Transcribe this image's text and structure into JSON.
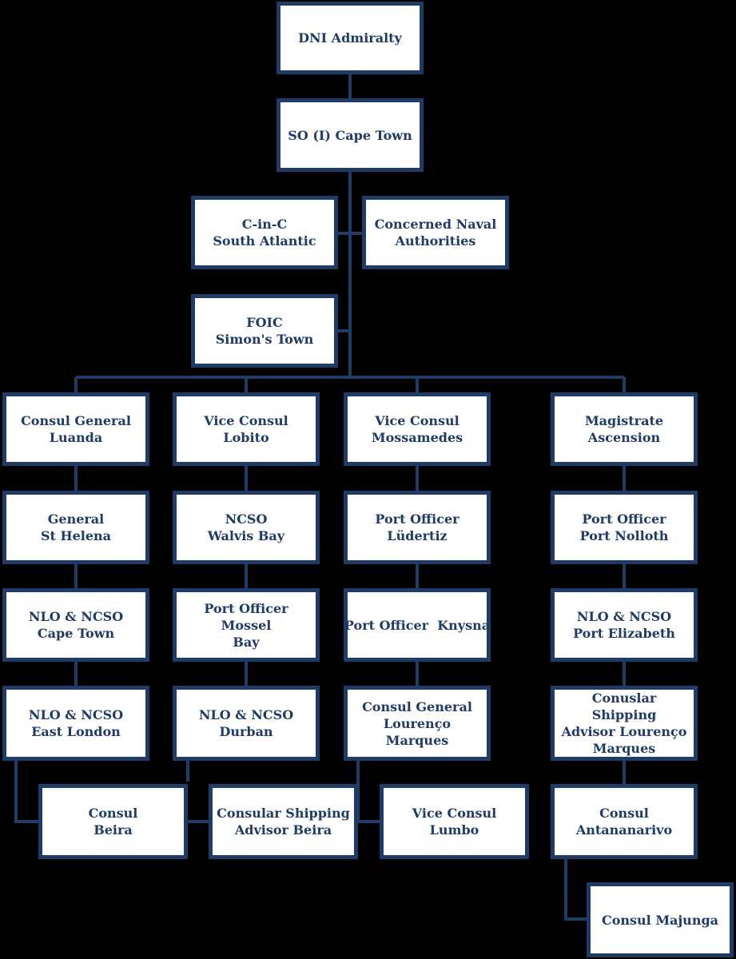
{
  "diagram": {
    "colors": {
      "background": "#000000",
      "box_fill": "#ffffff",
      "border": "#1f3b66",
      "text": "#1f3b66",
      "connector": "#1f3b66"
    },
    "nodes": {
      "dni": "DNI Admiralty",
      "so": "SO (I) Cape Town",
      "cinc": "C-in-C\nSouth Atlantic",
      "naval": "Concerned Naval\nAuthorities",
      "foic": "FOIC\nSimon's Town",
      "c1": "Consul General\nLuanda",
      "c2": "Vice Consul Lobito",
      "c3": "Vice Consul\nMossamedes",
      "c4": "Magistrate\nAscension",
      "r2c1": "General\nSt Helena",
      "r2c2": "NCSO\nWalvis Bay",
      "r2c3": "Port Officer\nLüdertiz",
      "r2c4": "Port Officer\nPort Nolloth",
      "r3c1": "NLO & NCSO\nCape Town",
      "r3c2": "Port Officer Mossel\nBay",
      "r3c3": "Port Officer  Knysna",
      "r3c4": "NLO & NCSO\nPort Elizabeth",
      "r4c1": "NLO & NCSO\nEast London",
      "r4c2": "NLO & NCSO\nDurban",
      "r4c3": "Consul General\nLourenço Marques",
      "r4c4": "Conuslar Shipping\nAdvisor Lourenço\nMarques",
      "beira": "Consul\nBeira",
      "csab": "Consular Shipping\nAdvisor Beira",
      "lumbo": "Vice Consul Lumbo",
      "antan": "Consul\nAntananarivo",
      "majunga": "Consul Majunga"
    }
  }
}
